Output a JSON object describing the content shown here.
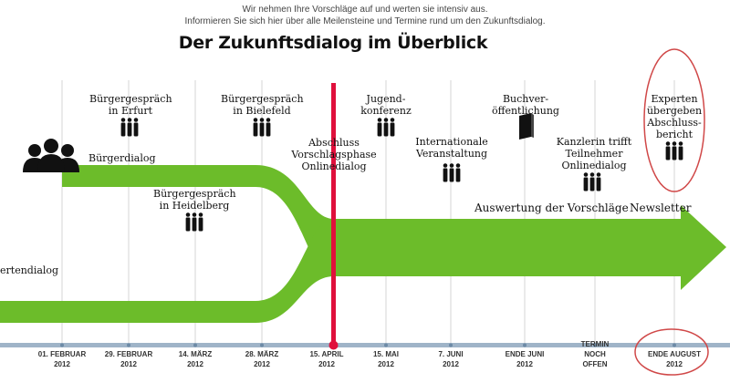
{
  "intro": {
    "line1": "Wir nehmen Ihre Vorschläge auf und werten sie intensiv aus.",
    "line2": "Informieren Sie sich hier über alle Meilensteine und Termine rund um den Zukunftsdialog."
  },
  "title": "Der Zukunftsdialog im Überblick",
  "tracks": {
    "buergerdialog": "Bürgerdialog",
    "expertendialog": "ertendialog"
  },
  "events": {
    "erfurt": [
      "Bürgergespräch",
      "in Erfurt"
    ],
    "bielefeld": [
      "Bürgergespräch",
      "in Bielefeld"
    ],
    "heidelberg": [
      "Bürgergespräch",
      "in Heidelberg"
    ],
    "abschluss": [
      "Abschluss",
      "Vorschlagsphase",
      "Onlinedialog"
    ],
    "jugend": [
      "Jugend-",
      "konferenz"
    ],
    "international": [
      "Internationale",
      "Veranstaltung"
    ],
    "buch": [
      "Buchver-",
      "öffentlichung"
    ],
    "kanzlerin": [
      "Kanzlerin trifft",
      "Teilnehmer",
      "Onlinedialog"
    ],
    "experten": [
      "Experten",
      "übergeben",
      "Abschluss-",
      "bericht"
    ]
  },
  "arrow": {
    "auswertung": "Auswertung der Vorschläge",
    "newsletter": "Newsletter"
  },
  "dates": [
    {
      "line1": "01. FEBRUAR",
      "line2": "2012"
    },
    {
      "line1": "29. FEBRUAR",
      "line2": "2012"
    },
    {
      "line1": "14. MÄRZ",
      "line2": "2012"
    },
    {
      "line1": "28. MÄRZ",
      "line2": "2012"
    },
    {
      "line1": "15. APRIL",
      "line2": "2012"
    },
    {
      "line1": "15. MAI",
      "line2": "2012"
    },
    {
      "line1": "7. JUNI",
      "line2": "2012"
    },
    {
      "line1": "ENDE JUNI",
      "line2": "2012"
    },
    {
      "line1": "TERMIN",
      "line2": "NOCH",
      "line3": "OFFEN"
    },
    {
      "line1": "ENDE AUGUST",
      "line2": "2012"
    }
  ],
  "colors": {
    "arrow_green": "#6cbc2a",
    "highlight_red": "#e0103c",
    "circle_red": "#d04848",
    "timeline_blue": "#9fb4c8",
    "grid_grey": "#d4d4d4"
  },
  "icons": {
    "group": "people-group-icon",
    "book": "book-icon",
    "large_group": "large-people-group-icon"
  }
}
